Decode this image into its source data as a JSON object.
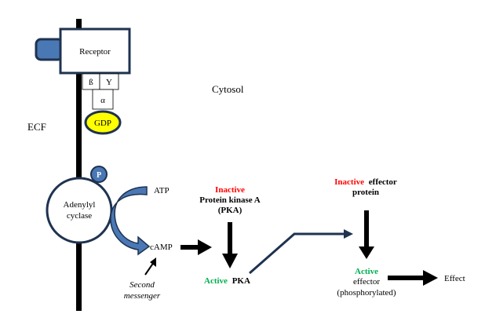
{
  "diagram": {
    "title": "cAMP second messenger signaling pathway",
    "regions": {
      "ecf": "ECF",
      "cytosol": "Cytosol"
    },
    "receptor": {
      "label": "Receptor"
    },
    "g_protein": {
      "beta": "ß",
      "gamma": "Y",
      "alpha": "α",
      "gdp": "GDP"
    },
    "adenylyl_cyclase": {
      "line1": "Adenylyl",
      "line2": "cyclase",
      "phosphate": "P"
    },
    "substrates": {
      "atp": "ATP",
      "camp": "cAMP",
      "second_messenger_line1": "Second",
      "second_messenger_line2": "messenger"
    },
    "pka": {
      "inactive_word": "Inactive",
      "inactive_line2": "Protein kinase A",
      "inactive_line3": "(PKA)",
      "active_word": "Active",
      "active_rest": "PKA"
    },
    "effector": {
      "inactive_word": "Inactive",
      "inactive_rest": "effector",
      "inactive_line2": "protein",
      "active_word": "Active",
      "active_line2": "effector",
      "active_line3": "(phosphorylated)"
    },
    "outcome": {
      "effect": "Effect"
    },
    "colors": {
      "membrane": "#000000",
      "node_stroke": "#1f3350",
      "node_fill_blue": "#4a78b5",
      "gdp_fill": "#ffff00",
      "inactive_text": "#ff0000",
      "active_text": "#00b050"
    }
  }
}
